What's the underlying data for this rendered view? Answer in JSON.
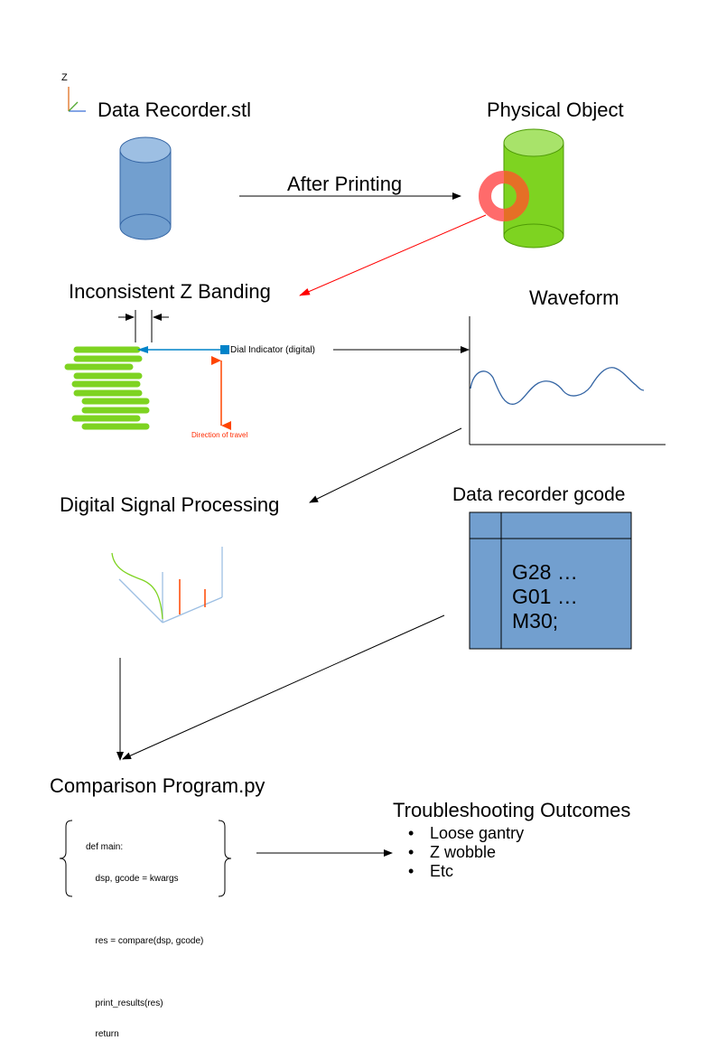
{
  "axis": {
    "z_label": "Z"
  },
  "titles": {
    "data_recorder_stl": "Data Recorder.stl",
    "physical_object": "Physical Object",
    "after_printing": "After Printing",
    "inconsistent_banding": "Inconsistent Z Banding",
    "waveform": "Waveform",
    "dsp": "Digital Signal Processing",
    "gcode_title": "Data recorder gcode",
    "comparison": "Comparison Program.py",
    "outcomes_title": "Troubleshooting Outcomes"
  },
  "banding": {
    "dial_indicator": "Dial Indicator (digital)",
    "direction": "Direction of travel"
  },
  "gcode": {
    "lines": [
      "G28 …",
      "G01 …",
      "M30;"
    ]
  },
  "code": {
    "lines": [
      "def main:",
      "  dsp, gcode = kwargs",
      "",
      "  res = compare(dsp, gcode)",
      "",
      "  print_results(res)",
      "  return"
    ]
  },
  "outcomes": {
    "items": [
      "Loose gantry",
      "Z wobble",
      "Etc"
    ]
  },
  "colors": {
    "cylinder_blue": "#729fcf",
    "cylinder_green": "#7ed321",
    "ring_red": "#ff6b6b",
    "band_green": "#7ed321",
    "arrow_red": "#ff0000",
    "indicator_blue": "#0083c9",
    "travel_orange": "#ff4500",
    "table_blue": "#729fcf"
  }
}
